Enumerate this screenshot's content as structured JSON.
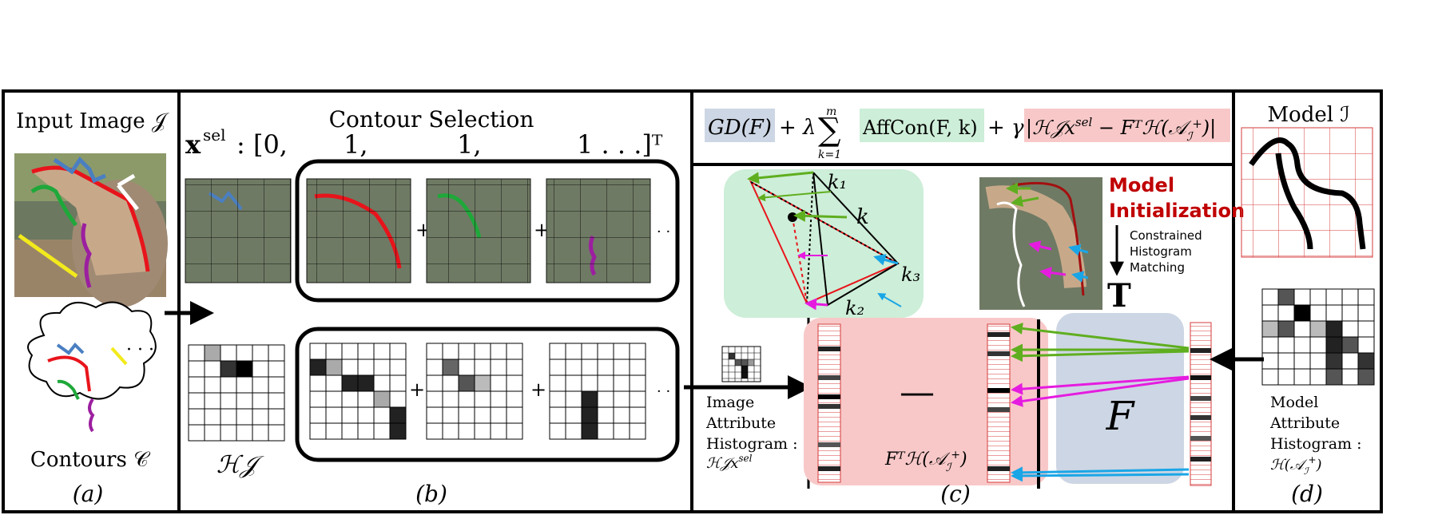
{
  "panels": {
    "a": {
      "label": "(a)",
      "input_title": "Input Image 𝒥",
      "contours_label": "Contours 𝒞",
      "ellipsis": "· · ·"
    },
    "b": {
      "label": "(b)",
      "title": "Contour Selection",
      "xsel_prefix": "x",
      "xsel_sup": "sel",
      "xsel_values": [
        ": [0,",
        "1,",
        "1,",
        "1 . . .]ᵀ"
      ],
      "plus": "+",
      "ellipsis": "· · ·",
      "hist_label": "ℋ𝒥"
    },
    "c": {
      "label": "(c)",
      "eq_gd": "GD(F)",
      "eq_plus_lambda": "+ λ",
      "eq_sum": "∑",
      "eq_sum_top": "m",
      "eq_sum_bottom": "k=1",
      "eq_affcon": "AffCon(F, k)",
      "eq_plus_gamma": "+ γ",
      "eq_hist": "|ℋ𝒥x",
      "eq_hist_sup": "sel",
      "eq_hist_rest": " − Fᵀℋ(𝒜",
      "eq_hist_sub": "ℐ",
      "eq_hist_sup2": "+",
      "eq_hist_end": ")|",
      "k1": "k₁",
      "k": "k",
      "k2": "k₂",
      "k3": "k₃",
      "model_init_1": "Model",
      "model_init_2": "Initialization",
      "chm_1": "Constrained",
      "chm_2": "Histogram",
      "chm_3": "Matching",
      "T": "T",
      "image_hist_lines": [
        "Image",
        "Attribute",
        "Histogram :"
      ],
      "image_hist_formula": "ℋ𝒥x",
      "image_hist_formula_sup": "sel",
      "minus": "—",
      "F": "F",
      "ft_formula": "Fᵀℋ(𝒜",
      "ft_sub": "ℐ",
      "ft_sup": "+",
      "ft_end": ")"
    },
    "d": {
      "label": "(d)",
      "title": "Model ℐ",
      "attr_lines": [
        "Model",
        "Attribute",
        "Histogram :"
      ],
      "attr_formula": "ℋ(𝒜",
      "attr_sub": "ℐ",
      "attr_sup": "+",
      "attr_end": ")"
    }
  },
  "colors": {
    "contour_blue": "#4a7fc1",
    "contour_red": "#e8141b",
    "contour_green": "#1fa83a",
    "contour_yellow": "#f2ea1c",
    "contour_purple": "#9c1fa0",
    "arrow_green": "#5fae1f",
    "arrow_magenta": "#e51ce0",
    "arrow_cyan": "#1aa6e6",
    "eq_blue_bg": "#cdd6e4",
    "eq_green_bg": "#cdeed8",
    "eq_red_bg": "#f8c8c8",
    "model_red": "#c00000",
    "grid_red": "#d63b3b"
  }
}
